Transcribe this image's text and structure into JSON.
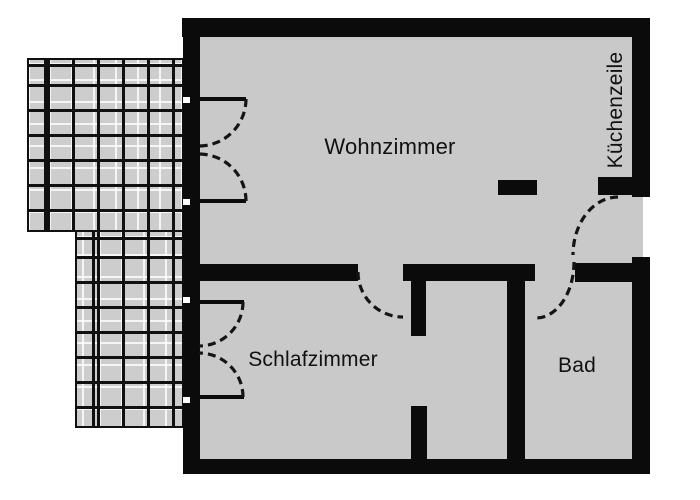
{
  "plan": {
    "type": "apartment-floor-plan",
    "rooms": [
      {
        "id": "wohnzimmer",
        "label": "Wohnzimmer"
      },
      {
        "id": "schlafzimmer",
        "label": "Schlafzimmer"
      },
      {
        "id": "bad",
        "label": "Bad"
      },
      {
        "id": "kuechenzeile",
        "label": "Küchenzeile"
      }
    ],
    "colors": {
      "wall": "#0b0b0b",
      "room_fill": "#c9c9c9",
      "tile_fill": "#cdcdcd",
      "background": "#ffffff",
      "text": "#111111"
    }
  }
}
